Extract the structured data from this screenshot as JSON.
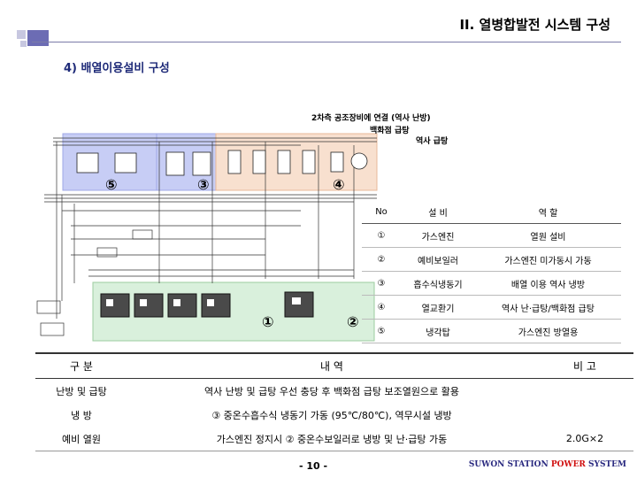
{
  "header": {
    "title": "II. 열병합발전 시스템 구성"
  },
  "section": {
    "subtitle": "4) 배열이용설비 구성"
  },
  "diagram": {
    "note1": "2차측 공조장비에 연결 (역사 난방)",
    "note2": "백화점 급탕",
    "note3": "역사 급탕",
    "markers": [
      "⑤",
      "③",
      "④",
      "①",
      "②"
    ],
    "zone_colors": {
      "blue": "#c7cdf5",
      "peach": "#f8e0cf",
      "green": "#d9f0dc"
    }
  },
  "roles_table": {
    "headers": [
      "No",
      "설    비",
      "역    할"
    ],
    "rows": [
      [
        "①",
        "가스엔진",
        "열원 설비"
      ],
      [
        "②",
        "예비보일러",
        "가스엔진 미가동시 가동"
      ],
      [
        "③",
        "흡수식냉동기",
        "배열 이용 역사 냉방"
      ],
      [
        "④",
        "열교환기",
        "역사 난·급탕/백화점 급탕"
      ],
      [
        "⑤",
        "냉각탑",
        "가스엔진 방열용"
      ]
    ]
  },
  "bottom_table": {
    "headers": [
      "구  분",
      "내      역",
      "비   고"
    ],
    "rows": [
      [
        "난방 및 급탕",
        "역사 난방 및 급탕 우선 충당 후 백화점 급탕 보조열원으로 활용",
        ""
      ],
      [
        "냉   방",
        "③ 중온수흡수식 냉동기 가동 (95℃/80℃), 역무시설 냉방",
        ""
      ],
      [
        "예비 열원",
        "가스엔진 정지시 ② 중온수보일러로 냉방 및 난·급탕 가동",
        "2.0G×2"
      ]
    ]
  },
  "footer": {
    "page": "- 10 -",
    "brand_a": "SUWON STATION ",
    "brand_b": "POWER",
    "brand_c": " SYSTEM"
  }
}
